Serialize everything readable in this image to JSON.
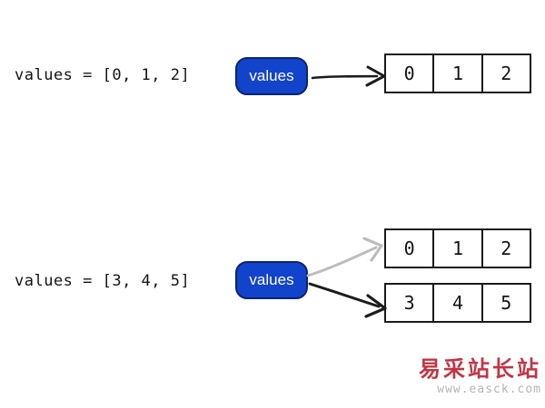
{
  "colors": {
    "pill_fill": "#1243cb",
    "pill_border": "#0b2470",
    "pill_text": "#ffffff",
    "box_border": "#1a1a1a",
    "code_text": "#141414",
    "arrow_black": "#1c1c1c",
    "arrow_gray": "#bdbdbd",
    "watermark_red": "#c23545",
    "watermark_gray": "#b5b5b5"
  },
  "section1": {
    "code": "values = [0, 1, 2]",
    "pill_label": "values",
    "array": {
      "cells": [
        "0",
        "1",
        "2"
      ]
    }
  },
  "section2": {
    "code": "values = [3, 4, 5]",
    "pill_label": "values",
    "old_array": {
      "cells": [
        "0",
        "1",
        "2"
      ]
    },
    "new_array": {
      "cells": [
        "3",
        "4",
        "5"
      ]
    }
  },
  "watermark": {
    "title": "易采站长站",
    "url": "www.easck.com"
  }
}
